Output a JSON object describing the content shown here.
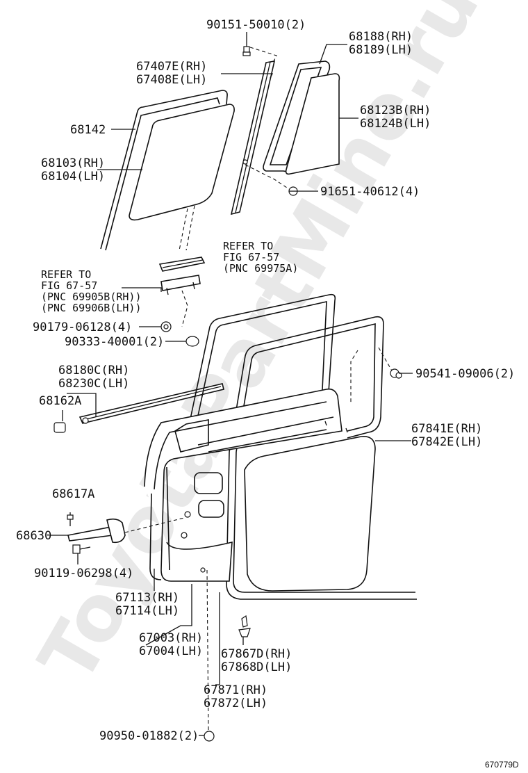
{
  "watermark": "ToyotaPartMine.ru",
  "figure_code": "670779D",
  "labels": {
    "l_90151": "90151-50010(2)",
    "l_68188": "68188(RH)",
    "l_68189": "68189(LH)",
    "l_67407e": "67407E(RH)",
    "l_67408e": "67408E(LH)",
    "l_68142": "68142",
    "l_68123b": "68123B(RH)",
    "l_68124b": "68124B(LH)",
    "l_68103": "68103(RH)",
    "l_68104": "68104(LH)",
    "l_91651": "91651-40612(4)",
    "l_ref1_a": "REFER TO",
    "l_ref1_b": "FIG 67-57",
    "l_ref1_c": "(PNC 69975A)",
    "l_ref2_a": "REFER TO",
    "l_ref2_b": "FIG 67-57",
    "l_ref2_c": "(PNC 69905B(RH))",
    "l_ref2_d": "(PNC 69906B(LH))",
    "l_90179": "90179-06128(4)",
    "l_90333": "90333-40001(2)",
    "l_68180c": "68180C(RH)",
    "l_68230c": "68230C(LH)",
    "l_90541": "90541-09006(2)",
    "l_68162a": "68162A",
    "l_67841e": "67841E(RH)",
    "l_67842e": "67842E(LH)",
    "l_68617a": "68617A",
    "l_68630": "68630",
    "l_90119": "90119-06298(4)",
    "l_67113": "67113(RH)",
    "l_67114": "67114(LH)",
    "l_67003": "67003(RH)",
    "l_67004": "67004(LH)",
    "l_67867d": "67867D(RH)",
    "l_67868d": "67868D(LH)",
    "l_67871": "67871(RH)",
    "l_67872": "67872(LH)",
    "l_90950": "90950-01882(2)"
  }
}
